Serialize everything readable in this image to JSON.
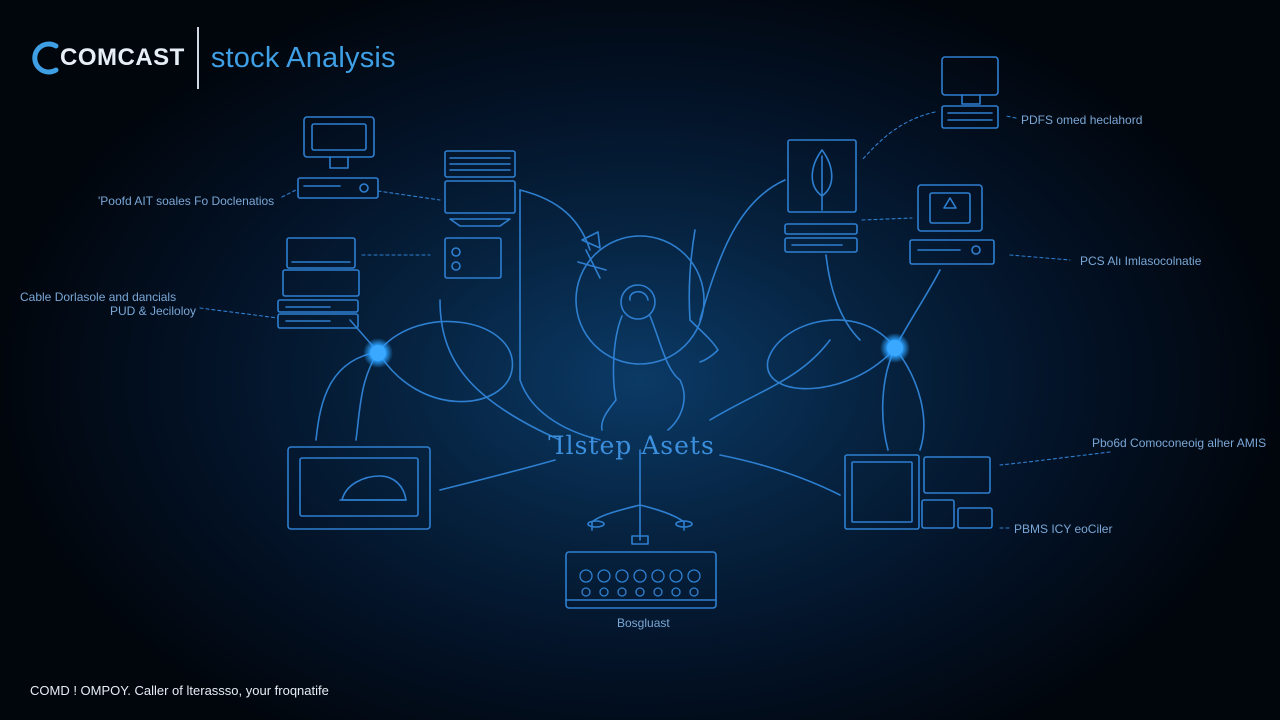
{
  "header": {
    "logo_text": "COMCAST",
    "title": "stock Analysis"
  },
  "center": {
    "label": "Ꞁlstep Asets"
  },
  "captions": {
    "top_right": "PDFS omed heclahord",
    "top_left": "'Poofd AIT soales Fo Doclenatios",
    "mid_left_1": "Cable Dorlasole and dancials",
    "mid_left_2": "PUD & Jeciloloy",
    "mid_right": "PCS Alı Imlasocolnatie",
    "right_lower_1": "Pbo6d Comoconeoig alher AMIS",
    "right_lower_2": "PBMS ICY eoCiler",
    "bottom": "Bosgluast"
  },
  "footer": {
    "text": "COMD ! OMPOY. Caller of lterassso, your froqnatife"
  },
  "colors": {
    "line": "#2e7fd0",
    "node": "#3aa8ff",
    "accent_title": "#3f9fe4"
  }
}
